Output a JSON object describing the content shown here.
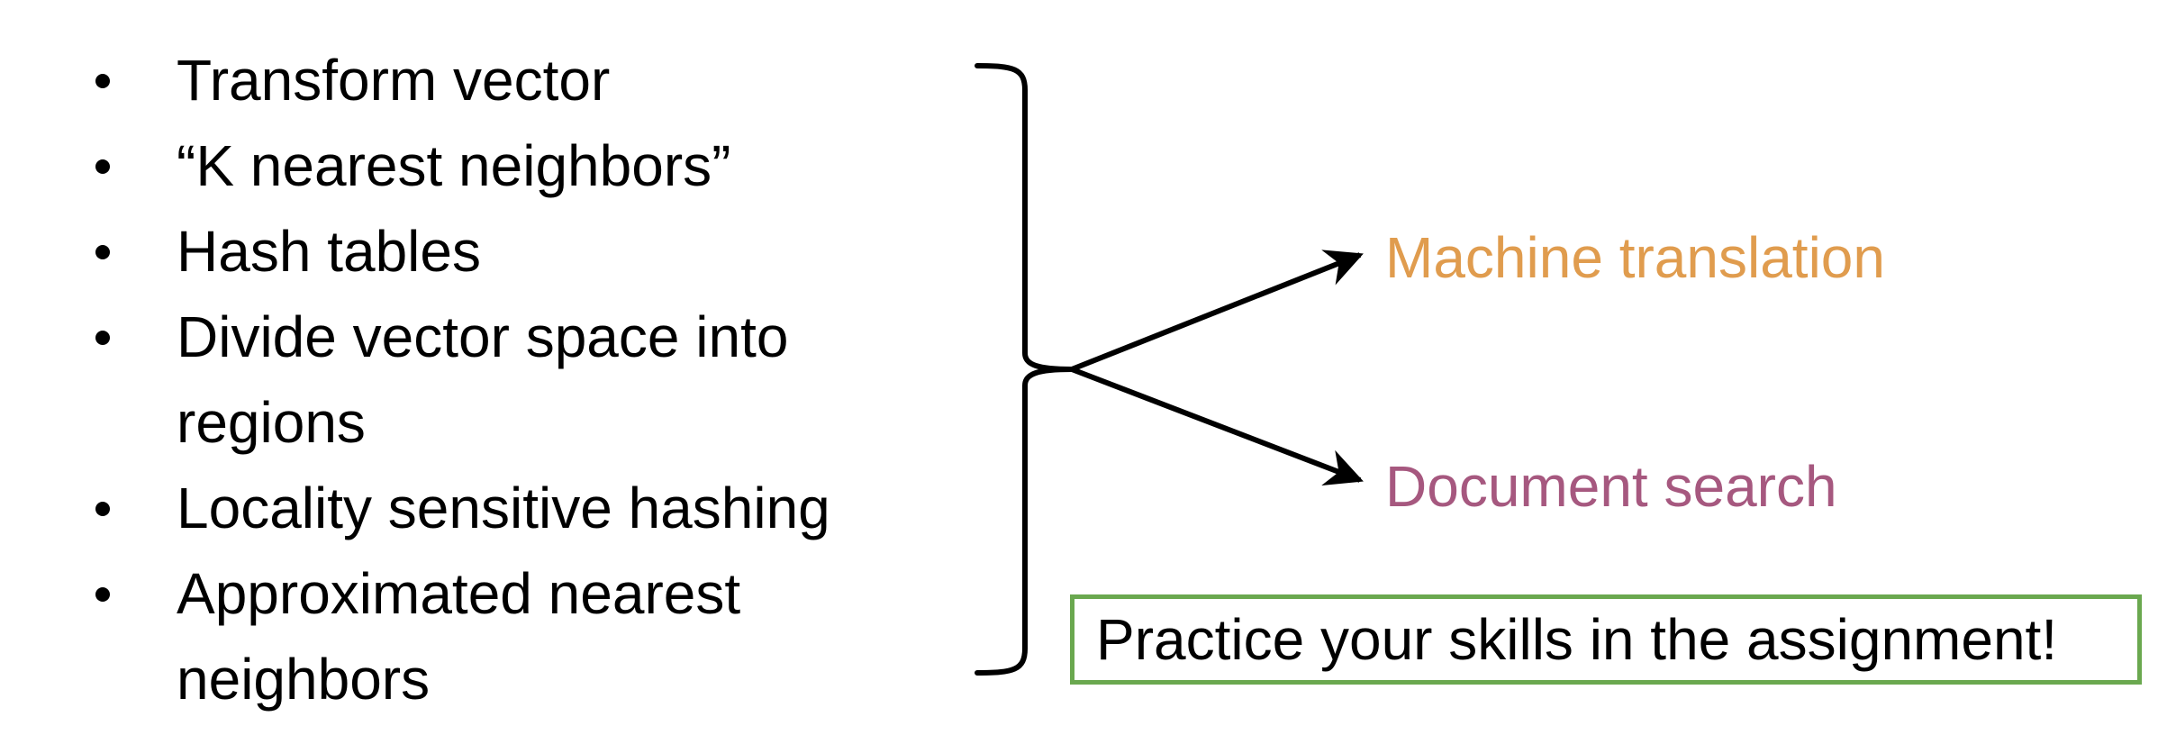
{
  "bullets": [
    {
      "text": "Transform vector"
    },
    {
      "text": "“K nearest neighbors”"
    },
    {
      "text": "Hash tables"
    },
    {
      "text": "Divide vector space into regions"
    },
    {
      "text": "Locality sensitive hashing"
    },
    {
      "text": "Approximated nearest neighbors"
    }
  ],
  "targets": {
    "machine_translation": {
      "label": "Machine translation",
      "color": "#e09c4e"
    },
    "document_search": {
      "label": "Document search",
      "color": "#a6587f"
    }
  },
  "callout": {
    "text": "Practice your skills in the assignment!",
    "border_color": "#6aa84f"
  }
}
